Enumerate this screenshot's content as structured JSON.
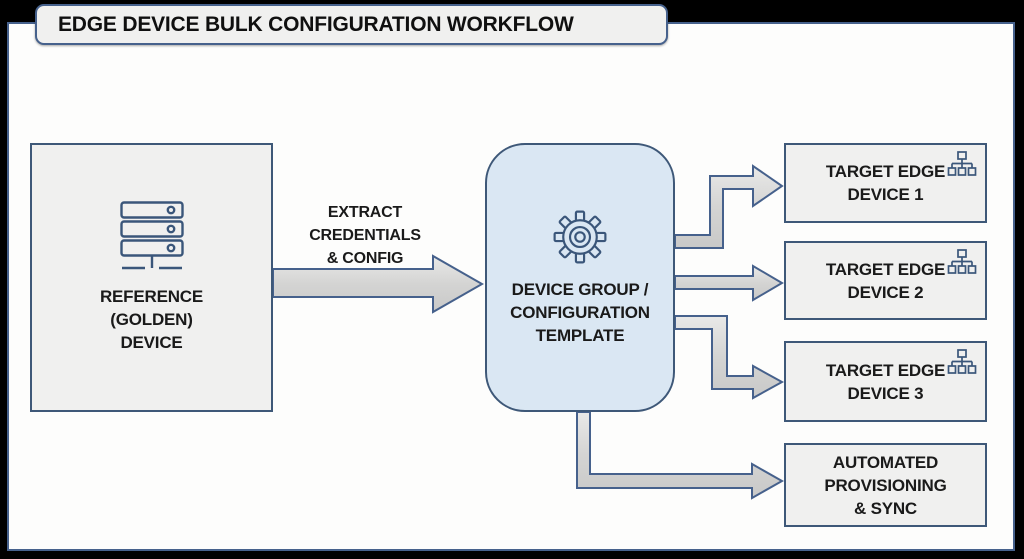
{
  "title": "EDGE DEVICE BULK CONFIGURATION WORKFLOW",
  "nodes": {
    "reference": {
      "label": "REFERENCE\n(GOLDEN)\nDEVICE",
      "icon": "server-icon"
    },
    "template": {
      "label": "DEVICE GROUP /\nCONFIGURATION\nTEMPLATE",
      "icon": "gear-icon"
    },
    "target1": {
      "label": "TARGET EDGE\nDEVICE 1",
      "icon": "network-tree-icon"
    },
    "target2": {
      "label": "TARGET EDGE\nDEVICE 2",
      "icon": "network-tree-icon"
    },
    "target3": {
      "label": "TARGET EDGE\nDEVICE 3",
      "icon": "network-tree-icon"
    },
    "provisioning": {
      "label": "AUTOMATED\nPROVISIONING\n& SYNC"
    }
  },
  "edges": {
    "extract": {
      "label": "EXTRACT\nCREDENTIALS\n& CONFIG",
      "from": "reference",
      "to": "template"
    },
    "to_target1": {
      "from": "template",
      "to": "target1"
    },
    "to_target2": {
      "from": "template",
      "to": "target2"
    },
    "to_target3": {
      "from": "template",
      "to": "target3"
    },
    "to_provisioning": {
      "from": "template",
      "to": "provisioning"
    }
  },
  "colors": {
    "frame": "#000000",
    "panel_background": "#fdfdfc",
    "border_accent": "#46618c",
    "node_border": "#3e5878",
    "node_fill_gray": "#f0f0ef",
    "node_fill_blue": "#dae7f3",
    "arrow_fill": "#d6d6d6",
    "text": "#1a1a1a"
  }
}
